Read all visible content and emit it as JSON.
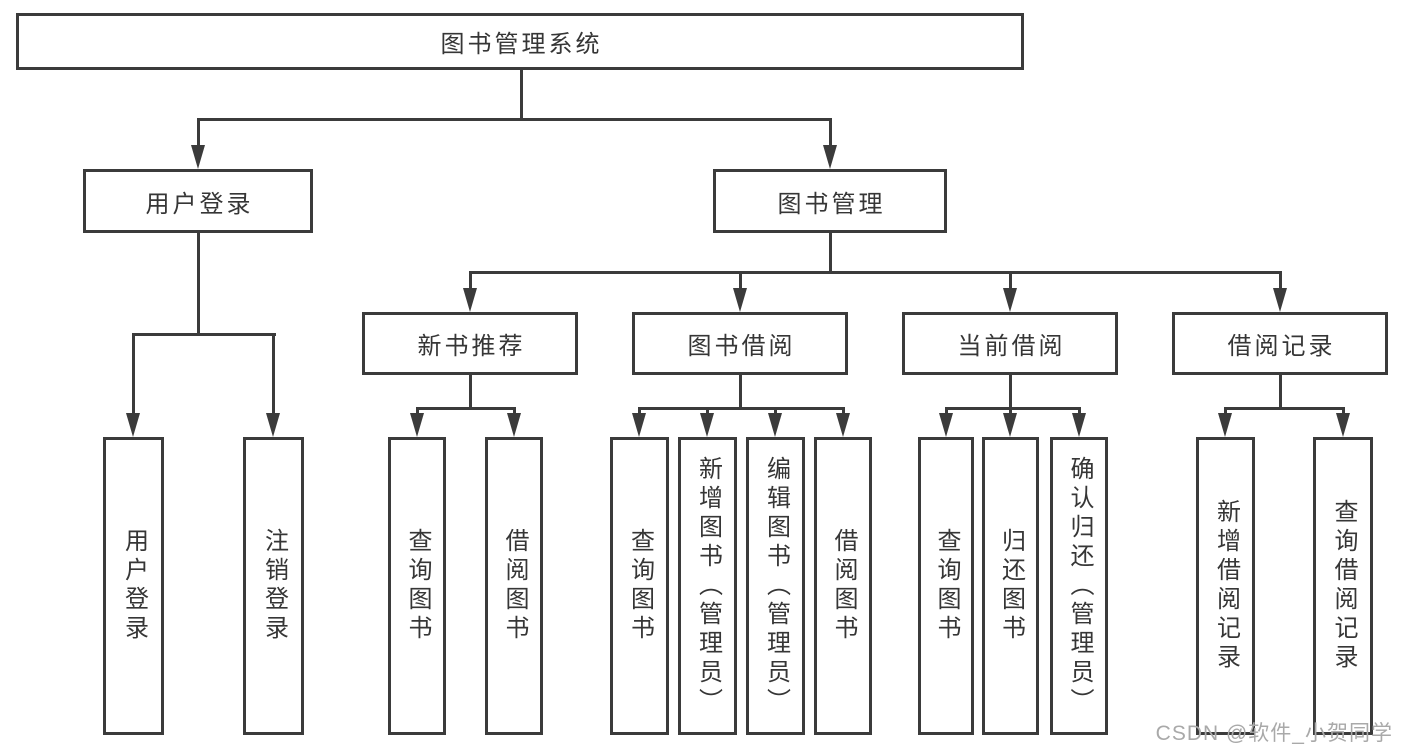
{
  "diagram": {
    "root": {
      "label": "图书管理系统"
    },
    "branches": [
      {
        "label": "用户登录",
        "children": [
          {
            "label": "用户登录"
          },
          {
            "label": "注销登录"
          }
        ]
      },
      {
        "label": "图书管理",
        "children": [
          {
            "label": "新书推荐",
            "children": [
              {
                "label": "查询图书"
              },
              {
                "label": "借阅图书"
              }
            ]
          },
          {
            "label": "图书借阅",
            "children": [
              {
                "label": "查询图书"
              },
              {
                "label": "新增图书（管理员）"
              },
              {
                "label": "编辑图书（管理员）"
              },
              {
                "label": "借阅图书"
              }
            ]
          },
          {
            "label": "当前借阅",
            "children": [
              {
                "label": "查询图书"
              },
              {
                "label": "归还图书"
              },
              {
                "label": "确认归还（管理员）"
              }
            ]
          },
          {
            "label": "借阅记录",
            "children": [
              {
                "label": "新增借阅记录"
              },
              {
                "label": "查询借阅记录"
              }
            ]
          }
        ]
      }
    ]
  },
  "watermark": {
    "text": "CSDN @软件_小贺同学"
  },
  "colors": {
    "line": "#3b3b3b",
    "text": "#363636",
    "background": "#ffffff",
    "watermark": "#a9a9a9"
  }
}
